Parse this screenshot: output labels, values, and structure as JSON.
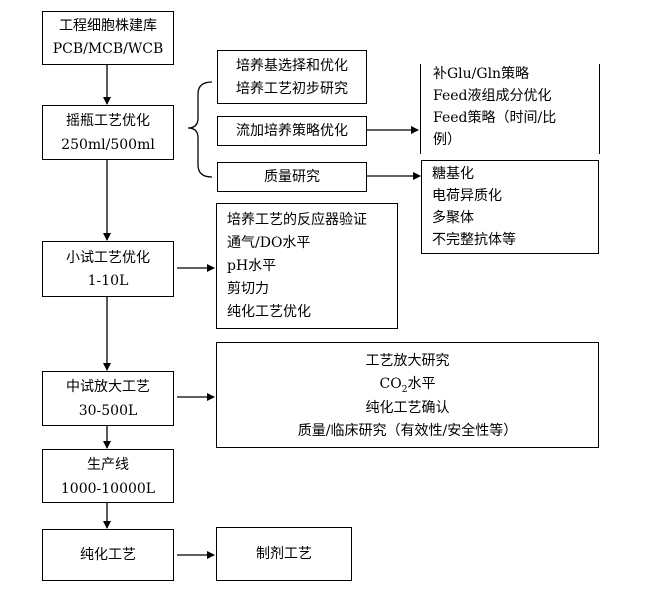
{
  "nodes": {
    "cell_bank": {
      "line1": "工程细胞株建库",
      "line2": "PCB/MCB/WCB"
    },
    "shake_flask": {
      "line1": "摇瓶工艺优化",
      "line2": "250ml/500ml"
    },
    "small_scale": {
      "line1": "小试工艺优化",
      "line2": "1-10L"
    },
    "pilot": {
      "line1": "中试放大工艺",
      "line2": "30-500L"
    },
    "production": {
      "line1": "生产线",
      "line2": "1000-10000L"
    },
    "purification": {
      "line1": "纯化工艺"
    }
  },
  "side": {
    "medium": {
      "line1": "培养基选择和优化",
      "line2": "培养工艺初步研究"
    },
    "fed_batch": {
      "line1": "流加培养策略优化"
    },
    "quality": {
      "line1": "质量研究"
    },
    "fed_details": {
      "line1": "补Glu/Gln策略",
      "line2": "Feed液组成分优化",
      "line3": "Feed策略（时间/比",
      "line4": "例）"
    },
    "quality_details": {
      "line1": "糖基化",
      "line2": "电荷异质化",
      "line3": "多聚体",
      "line4": "不完整抗体等"
    },
    "reactor": {
      "line1": "培养工艺的反应器验证",
      "line2": "通气/DO水平",
      "line3": "pH水平",
      "line4": "剪切力",
      "line5": "纯化工艺优化"
    },
    "scaleup": {
      "line1": "工艺放大研究",
      "line2_main": "CO",
      "line2_sub": "2",
      "line2_rest": "水平",
      "line3": "纯化工艺确认",
      "line4": "质量/临床研究（有效性/安全性等）"
    },
    "formulation": {
      "line1": "制剂工艺"
    }
  }
}
